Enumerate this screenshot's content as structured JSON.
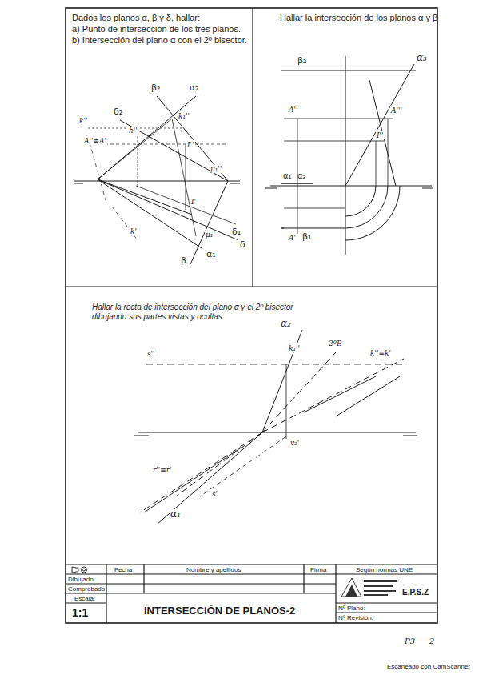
{
  "diagram": {
    "title": "INTERSECCIÓN DE PLANOS-2",
    "labels": [
      "Dados los planos α, β y δ, hallar:",
      "a) Punto de intersección de los tres planos.",
      "b) Intersección del plano α con el 2º bisector.",
      "β₂",
      "α₂",
      "δ₂",
      "k''",
      "A''≡A'",
      "h''",
      "I''",
      "k₁''",
      "μ₁''",
      "I'",
      "μ₁'",
      "k'",
      "δ₁",
      "δ",
      "α₁",
      "β",
      "Hallar la intersección de los planos α y β",
      "β₂",
      "α₃",
      "A''",
      "A'''",
      "I''",
      "α₁",
      "α₂",
      "A'",
      "β₁",
      "Hallar la recta de intersección del plano α y el 2º bisector dibujando sus partes vistas y ocultas.",
      "α₂",
      "s''",
      "k₁''",
      "2ºB",
      "k''≡k'",
      "v₂'",
      "r''≡r'",
      "s'",
      "α₁",
      "Fecha",
      "Nombre y apellidos",
      "Firma",
      "Según normas UNE",
      "Dibujado:",
      "Comprobado:",
      "Escala:",
      "1:1",
      "E.P.S.Z",
      "Nº Plano:",
      "Nº Revisión:",
      "P3",
      "2",
      "Escaneado con CamScanner"
    ]
  }
}
